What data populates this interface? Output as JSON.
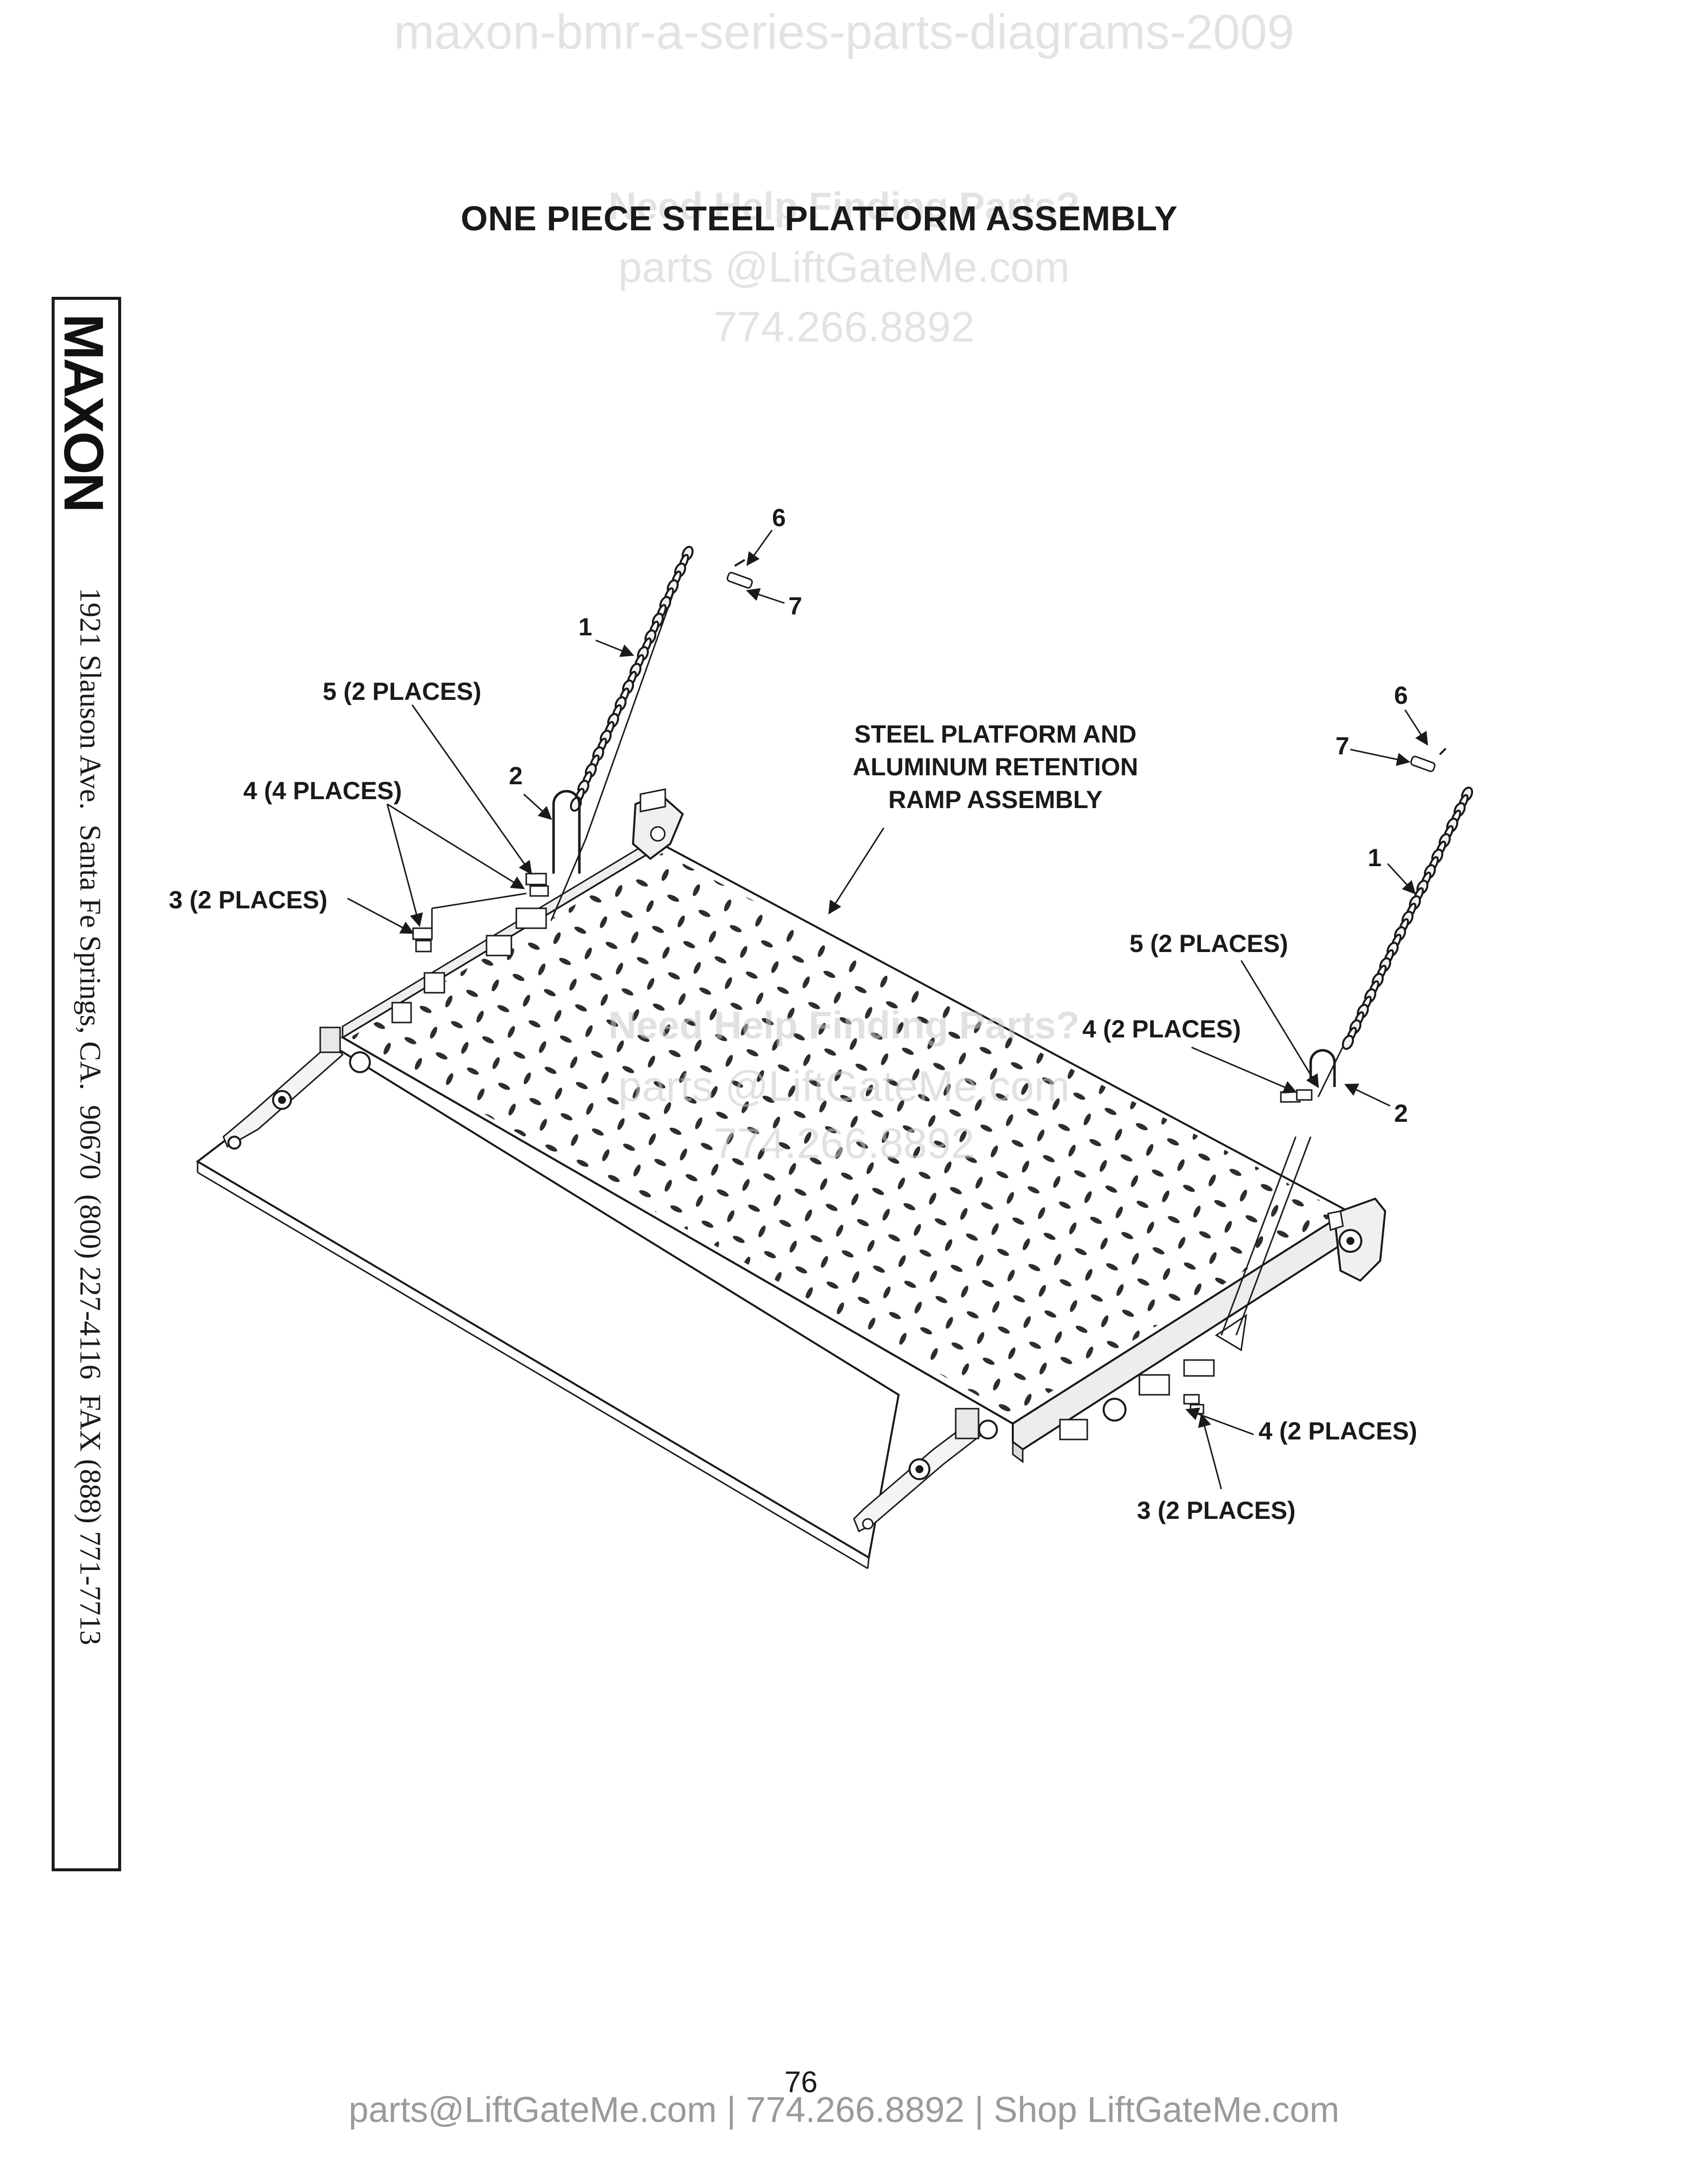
{
  "watermark": {
    "top": "maxon-bmr-a-series-parts-diagrams-2009",
    "help_heading": "Need Help Finding Parts?",
    "email": "parts @LiftGateMe.com",
    "phone": "774.266.8892"
  },
  "title": "ONE PIECE STEEL PLATFORM ASSEMBLY",
  "sidebar": {
    "logo": "MAXON",
    "address": "1921 Slauson Ave.  Santa Fe Springs, CA.  90670  (800) 227-4116  FAX (888) 771-7713"
  },
  "callouts": {
    "c1_left": "1",
    "c1_right": "1",
    "c2_left": "2",
    "c2_right": "2",
    "c3_left": "3 (2 PLACES)",
    "c3_right": "3 (2 PLACES)",
    "c4_left": "4 (4 PLACES)",
    "c4_right_upper": "4 (2 PLACES)",
    "c4_right_lower": "4 (2 PLACES)",
    "c5_left": "5 (2 PLACES)",
    "c5_right": "5 (2 PLACES)",
    "c6_left": "6",
    "c6_right": "6",
    "c7_left": "7",
    "c7_right": "7",
    "assembly_line1": "STEEL PLATFORM AND",
    "assembly_line2": "ALUMINUM RETENTION",
    "assembly_line3": "RAMP ASSEMBLY"
  },
  "page_number": "76",
  "footer": "parts@LiftGateMe.com | 774.266.8892 | Shop LiftGateMe.com"
}
